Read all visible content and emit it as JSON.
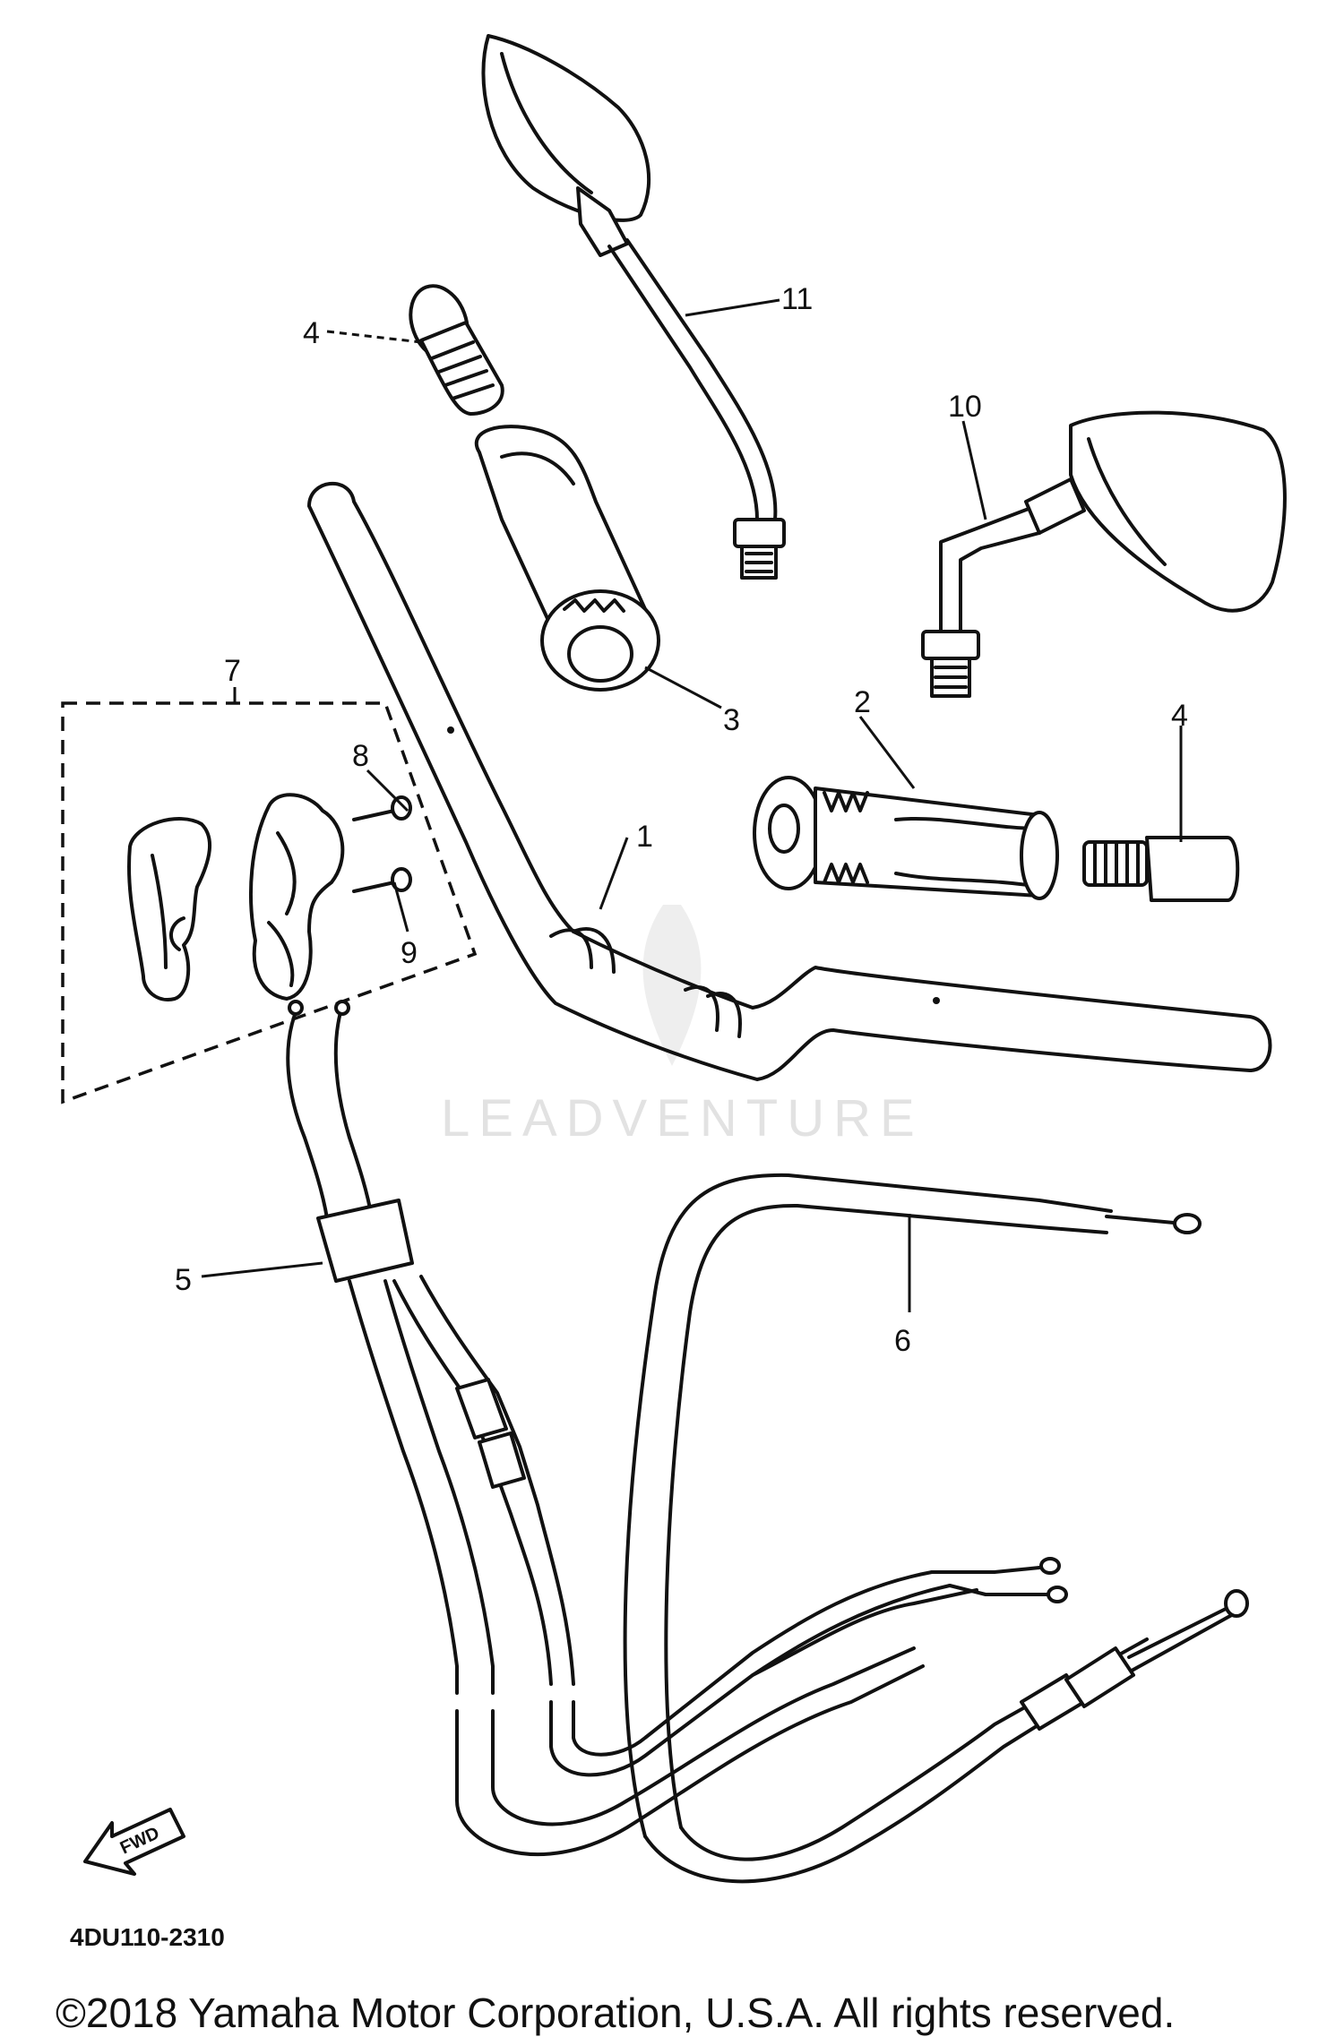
{
  "diagram": {
    "reference_code": "4DU110-2310",
    "fwd_arrow_label": "FWD",
    "watermark": "LEADVENTURE",
    "copyright": "©2018 Yamaha Motor Corporation, U.S.A. All rights reserved.",
    "callouts": [
      {
        "id": "1",
        "label": "1"
      },
      {
        "id": "2",
        "label": "2"
      },
      {
        "id": "3",
        "label": "3"
      },
      {
        "id": "4a",
        "label": "4"
      },
      {
        "id": "4b",
        "label": "4"
      },
      {
        "id": "5",
        "label": "5"
      },
      {
        "id": "6",
        "label": "6"
      },
      {
        "id": "7",
        "label": "7"
      },
      {
        "id": "8",
        "label": "8"
      },
      {
        "id": "9",
        "label": "9"
      },
      {
        "id": "10",
        "label": "10"
      },
      {
        "id": "11",
        "label": "11"
      }
    ]
  }
}
